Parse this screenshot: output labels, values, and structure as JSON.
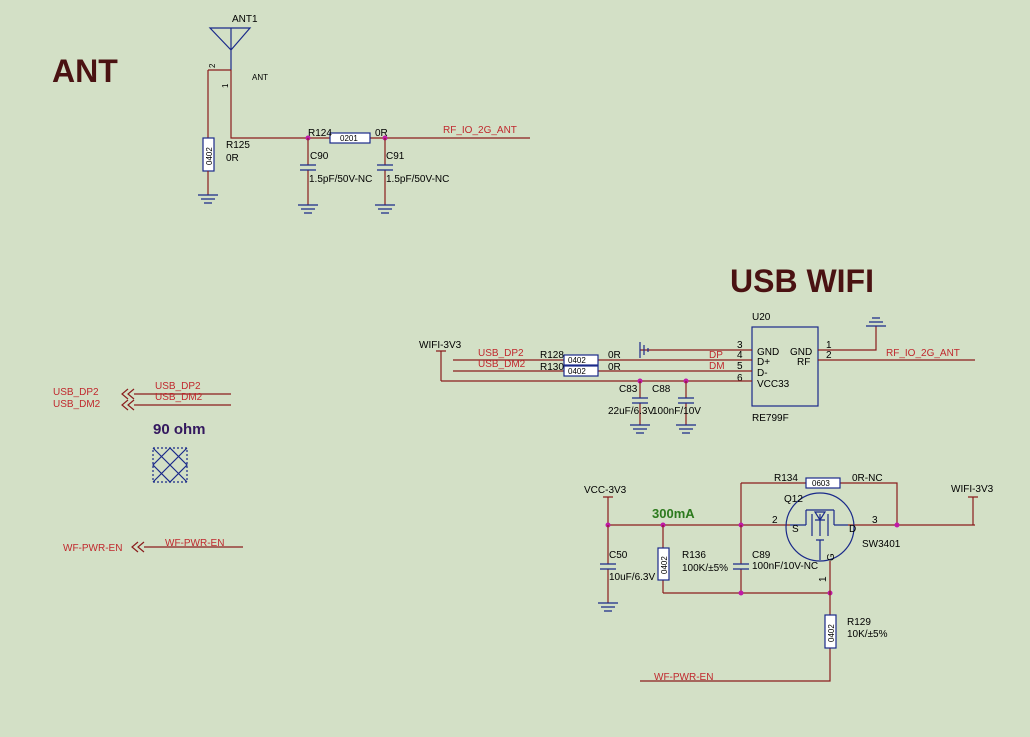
{
  "titles": {
    "ant": "ANT",
    "usb_wifi": "USB WIFI"
  },
  "antenna": {
    "ref": "ANT1",
    "pin_label": "ANT",
    "pin1": "1",
    "pin2": "2"
  },
  "r125": {
    "ref": "R125",
    "value": "0R",
    "pkg": "0402"
  },
  "r124": {
    "ref": "R124",
    "value": "0R",
    "pkg": "0201"
  },
  "c90": {
    "ref": "C90",
    "value": "1.5pF/50V-NC"
  },
  "c91": {
    "ref": "C91",
    "value": "1.5pF/50V-NC"
  },
  "net_rf_ant_top": "RF_IO_2G_ANT",
  "u20": {
    "ref": "U20",
    "part": "RE799F",
    "pins": [
      {
        "num": "3",
        "name": "GND"
      },
      {
        "num": "4",
        "name": "D+"
      },
      {
        "num": "5",
        "name": "D-"
      },
      {
        "num": "6",
        "name": "VCC33"
      },
      {
        "num": "1",
        "name": "GND"
      },
      {
        "num": "2",
        "name": "RF"
      }
    ],
    "net_dp": "DP",
    "net_dm": "DM",
    "net_rf": "RF_IO_2G_ANT"
  },
  "wifi_3v3_left": "WIFI-3V3",
  "usb_nets": {
    "dp2": "USB_DP2",
    "dm2": "USB_DM2"
  },
  "r128": {
    "ref": "R128",
    "value": "0R",
    "pkg": "0402"
  },
  "r130": {
    "ref": "R130",
    "value": "0R",
    "pkg": "0402"
  },
  "c83": {
    "ref": "C83",
    "value": "22uF/6.3V"
  },
  "c88": {
    "ref": "C88",
    "value": "100nF/10V"
  },
  "left_ports": {
    "dp2": "USB_DP2",
    "dm2": "USB_DM2",
    "wf_pwr": "WF-PWR-EN"
  },
  "impedance_note": "90 ohm",
  "power": {
    "vcc_3v3": "VCC-3V3",
    "wifi_3v3": "WIFI-3V3",
    "current_note": "300mA",
    "wf_pwr_en": "WF-PWR-EN"
  },
  "r134": {
    "ref": "R134",
    "value": "0R-NC",
    "pkg": "0603"
  },
  "q12": {
    "ref": "Q12",
    "part": "SW3401",
    "pin_s": "S",
    "pin_d": "D",
    "pin_g": "G",
    "num_s": "2",
    "num_d": "3",
    "num_g": "1"
  },
  "c50": {
    "ref": "C50",
    "value": "10uF/6.3V"
  },
  "r136": {
    "ref": "R136",
    "value": "100K/±5%",
    "pkg": "0402"
  },
  "c89": {
    "ref": "C89",
    "value": "100nF/10V-NC"
  },
  "r129": {
    "ref": "R129",
    "value": "10K/±5%",
    "pkg": "0402"
  }
}
